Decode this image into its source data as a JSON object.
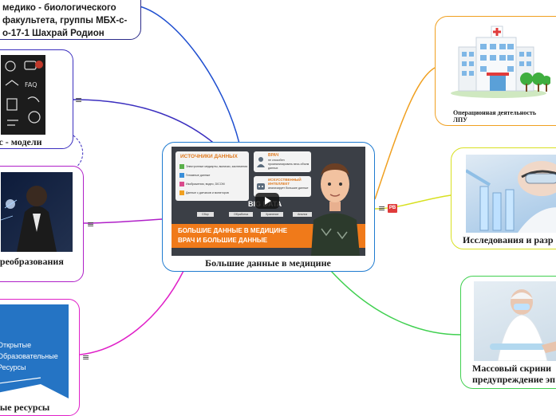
{
  "central": {
    "title": "Большие данные в медицине",
    "thumbnail": {
      "sources_heading": "ИСТОЧНИКИ ДАННЫХ",
      "sources": [
        "Электронные медкарты, выписки, заключения",
        "Геномные данные",
        "Изображения, видео, DICOM",
        "Данные с датчиков и мониторов"
      ],
      "doctor_heading": "ВРАЧ",
      "doctor_text": "не способен проанализировать весь объем данных",
      "ai_heading": "ИСКУССТВЕННЫЙ ИНТЕЛЛЕКТ",
      "ai_text": "анализирует большие данные",
      "center_label": "BIG DATA",
      "flow_steps": [
        "Сбор",
        "Обработка",
        "Хранение",
        "Анализ"
      ],
      "banner_line1": "БОЛЬШИЕ ДАННЫЕ В МЕДИЦИНЕ",
      "banner_line2": "ВРАЧ И БОЛЬШИЕ ДАННЫЕ"
    }
  },
  "badge": "PB",
  "nodes": {
    "author": {
      "lines": [
        "медико - биологического",
        "факультета, группы МБХ-с-",
        "о-17-1 Шахрай Родион"
      ]
    },
    "business_models": {
      "label": "ес - модели"
    },
    "transformation": {
      "label": "преобразования"
    },
    "open_resources": {
      "label": "ные ресурсы",
      "sign_lines": [
        "Открытые",
        "Образовательные",
        "Ресурсы"
      ]
    },
    "hospital": {
      "label_lines": [
        "Операционная деятельность",
        "ЛПУ"
      ]
    },
    "research": {
      "label": "Исследования и разр"
    },
    "screening": {
      "label_lines": [
        "Массовый скрини",
        "предупреждение эп"
      ]
    }
  },
  "colors": {
    "author": "#2b2b8a",
    "business_models": "#3b2fbf",
    "transformation": "#b020c8",
    "open_resources": "#e020c8",
    "hospital": "#f0a020",
    "research": "#d8e020",
    "screening": "#40d050",
    "central": "#1f7bd0",
    "line_author": "#1f4fd0",
    "badge": "#e03b3b"
  },
  "icons": {
    "menu": "≡",
    "play": "play-icon",
    "hospital": "hospital-illustration",
    "person": "person-icon",
    "robot": "robot-icon"
  }
}
